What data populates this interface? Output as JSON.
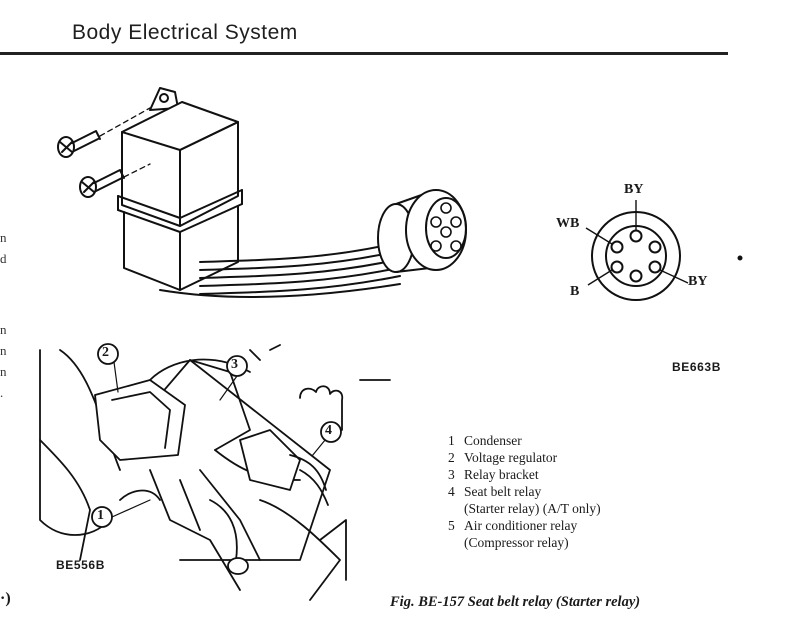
{
  "header": {
    "title": "Body Electrical System"
  },
  "left_fragments": [
    "n",
    "d",
    "n",
    "n",
    "n",
    "."
  ],
  "bottom_left_fragment": "·)",
  "figure_top": {
    "code": "BE663B",
    "pins": {
      "top": "BY",
      "left": "WB",
      "bottom_left": "B",
      "bottom_right": "BY"
    }
  },
  "figure_bottom": {
    "code": "BE556B",
    "callouts": [
      "1",
      "2",
      "3",
      "4"
    ]
  },
  "legend": {
    "items": [
      {
        "num": "1",
        "text": "Condenser"
      },
      {
        "num": "2",
        "text": "Voltage regulator"
      },
      {
        "num": "3",
        "text": "Relay bracket"
      },
      {
        "num": "4",
        "text": "Seat belt relay"
      },
      {
        "num": "",
        "text": "(Starter relay) (A/T only)"
      },
      {
        "num": "5",
        "text": "Air conditioner relay"
      },
      {
        "num": "",
        "text": "(Compressor relay)"
      }
    ]
  },
  "caption": "Fig. BE-157  Seat belt relay (Starter relay)"
}
